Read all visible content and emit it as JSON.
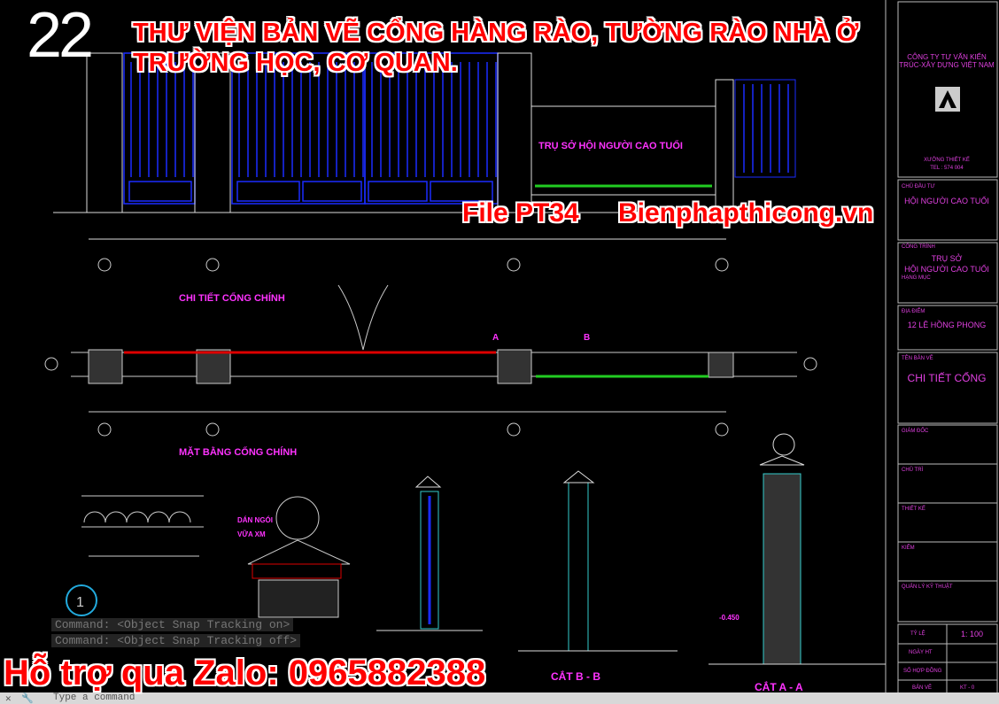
{
  "overlay": {
    "number": "22",
    "title_line1": "THƯ VIỆN BẢN VẼ CỔNG HÀNG RÀO, TƯỜNG RÀO NHÀ Ở",
    "title_line2": "TRƯỜNG HỌC, CƠ QUAN.",
    "file_label": "File PT34",
    "website": "Bienphapthicong.vn",
    "support": "Hỗ trợ qua Zalo: 0965882388"
  },
  "drawing": {
    "building_label": "TRỤ SỞ HỘI NGƯỜI CAO TUỔI",
    "elevation_title": "CHI TIẾT CỔNG CHÍNH",
    "plan_title": "MẶT BẰNG CỔNG CHÍNH",
    "section_a": "A",
    "section_b": "B",
    "detail_number": "1",
    "label_dan_ngoi": "DÁN NGÓI",
    "label_vua_xm": "VỮA XM",
    "level": "-0.450",
    "section_bb": "CẮT B - B",
    "section_aa": "CẮT A - A"
  },
  "title_block": {
    "company": "CÔNG TY TƯ VẤN KIẾN TRÚC-XÂY DỰNG VIỆT NAM",
    "workshop": "XƯỞNG THIẾT KẾ",
    "tel": "TEL : 574 004",
    "owner_label": "CHỦ ĐẦU TƯ",
    "owner": "HỘI NGƯỜI CAO TUỔI",
    "project_label": "CÔNG TRÌNH",
    "project_1": "TRỤ SỞ",
    "project_2": "HỘI NGƯỜI CAO TUỔI",
    "item_label": "HẠNG MỤC",
    "location_label": "ĐỊA ĐIỂM",
    "location": "12 LÊ HỒNG PHONG",
    "sheet_label": "TÊN BẢN VẼ",
    "sheet": "CHI TIẾT CỔNG",
    "director": "GIÁM ĐỐC",
    "chair": "CHỦ TRÌ",
    "designer": "THIẾT KẾ",
    "checker": "KIỂM",
    "qa": "QUẢN LÝ KỸ THUẬT",
    "scale_label": "TỶ LỆ",
    "scale": "1: 100",
    "date_label": "NGÀY HT",
    "contract_label": "SỐ HỢP ĐỒNG",
    "drawing_no_label": "BẢN VẼ",
    "kt": "KT - 0"
  },
  "command": {
    "line1": "Command:  <Object Snap Tracking on>",
    "line2": "Command:  <Object Snap Tracking off>",
    "input_placeholder": "Type a command"
  },
  "colors": {
    "background": "#000000",
    "cad_text": "#ff33ff",
    "overlay_red": "#ff0000",
    "gate_blue": "#1a2cff",
    "hedge": "#22cc22"
  }
}
